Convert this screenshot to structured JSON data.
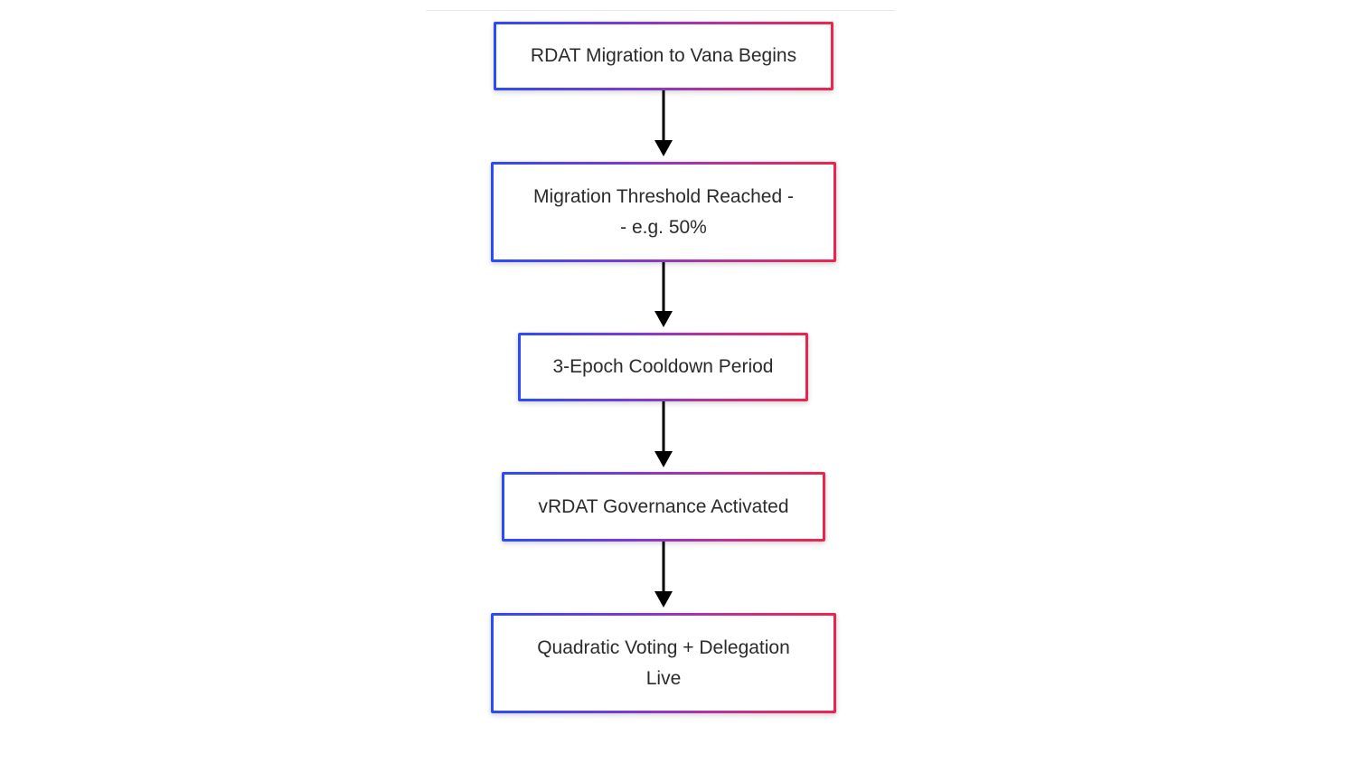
{
  "flowchart": {
    "steps": [
      {
        "label": "RDAT Migration to Vana Begins"
      },
      {
        "label": "Migration Threshold Reached -\n- e.g. 50%"
      },
      {
        "label": "3-Epoch Cooldown Period"
      },
      {
        "label": "vRDAT Governance Activated"
      },
      {
        "label": "Quadratic Voting + Delegation\nLive"
      }
    ],
    "colors": {
      "border_gradient_start": "#2a4bff",
      "border_gradient_end": "#f0244c",
      "arrow": "#000000",
      "text": "#2b2b2b"
    }
  }
}
